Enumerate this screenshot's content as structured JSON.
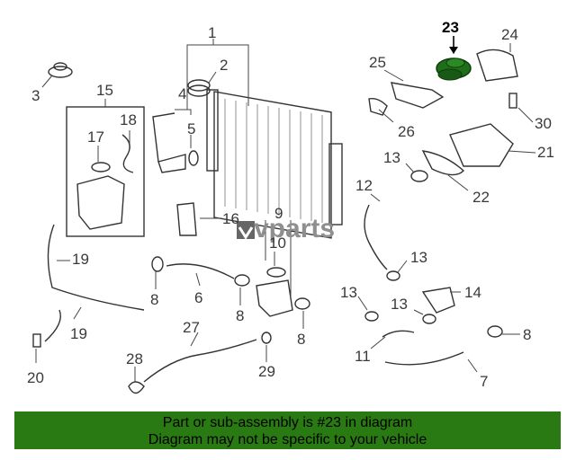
{
  "callouts": [
    {
      "id": "c1",
      "text": "1"
    },
    {
      "id": "c2",
      "text": "2"
    },
    {
      "id": "c3",
      "text": "3"
    },
    {
      "id": "c4",
      "text": "4"
    },
    {
      "id": "c5",
      "text": "5"
    },
    {
      "id": "c6",
      "text": "6"
    },
    {
      "id": "c7",
      "text": "7"
    },
    {
      "id": "c8a",
      "text": "8"
    },
    {
      "id": "c8b",
      "text": "8"
    },
    {
      "id": "c8c",
      "text": "8"
    },
    {
      "id": "c8d",
      "text": "8"
    },
    {
      "id": "c9",
      "text": "9"
    },
    {
      "id": "c10",
      "text": "10"
    },
    {
      "id": "c11",
      "text": "11"
    },
    {
      "id": "c12",
      "text": "12"
    },
    {
      "id": "c13a",
      "text": "13"
    },
    {
      "id": "c13b",
      "text": "13"
    },
    {
      "id": "c13c",
      "text": "13"
    },
    {
      "id": "c13d",
      "text": "13"
    },
    {
      "id": "c14",
      "text": "14"
    },
    {
      "id": "c15",
      "text": "15"
    },
    {
      "id": "c16",
      "text": "16"
    },
    {
      "id": "c17",
      "text": "17"
    },
    {
      "id": "c18",
      "text": "18"
    },
    {
      "id": "c19a",
      "text": "19"
    },
    {
      "id": "c19b",
      "text": "19"
    },
    {
      "id": "c20",
      "text": "20"
    },
    {
      "id": "c21",
      "text": "21"
    },
    {
      "id": "c22",
      "text": "22"
    },
    {
      "id": "c23",
      "text": "23"
    },
    {
      "id": "c24",
      "text": "24"
    },
    {
      "id": "c25",
      "text": "25"
    },
    {
      "id": "c26",
      "text": "26"
    },
    {
      "id": "c27",
      "text": "27"
    },
    {
      "id": "c28",
      "text": "28"
    },
    {
      "id": "c29",
      "text": "29"
    },
    {
      "id": "c30",
      "text": "30"
    }
  ],
  "highlight": {
    "part_number": "23",
    "color": "#1f6e1a"
  },
  "watermark": {
    "text": "vparts"
  },
  "banner": {
    "line1": "Part or sub-assembly is #23 in diagram",
    "line2": "Diagram may not be specific to your vehicle",
    "color": "#2a7a13"
  }
}
